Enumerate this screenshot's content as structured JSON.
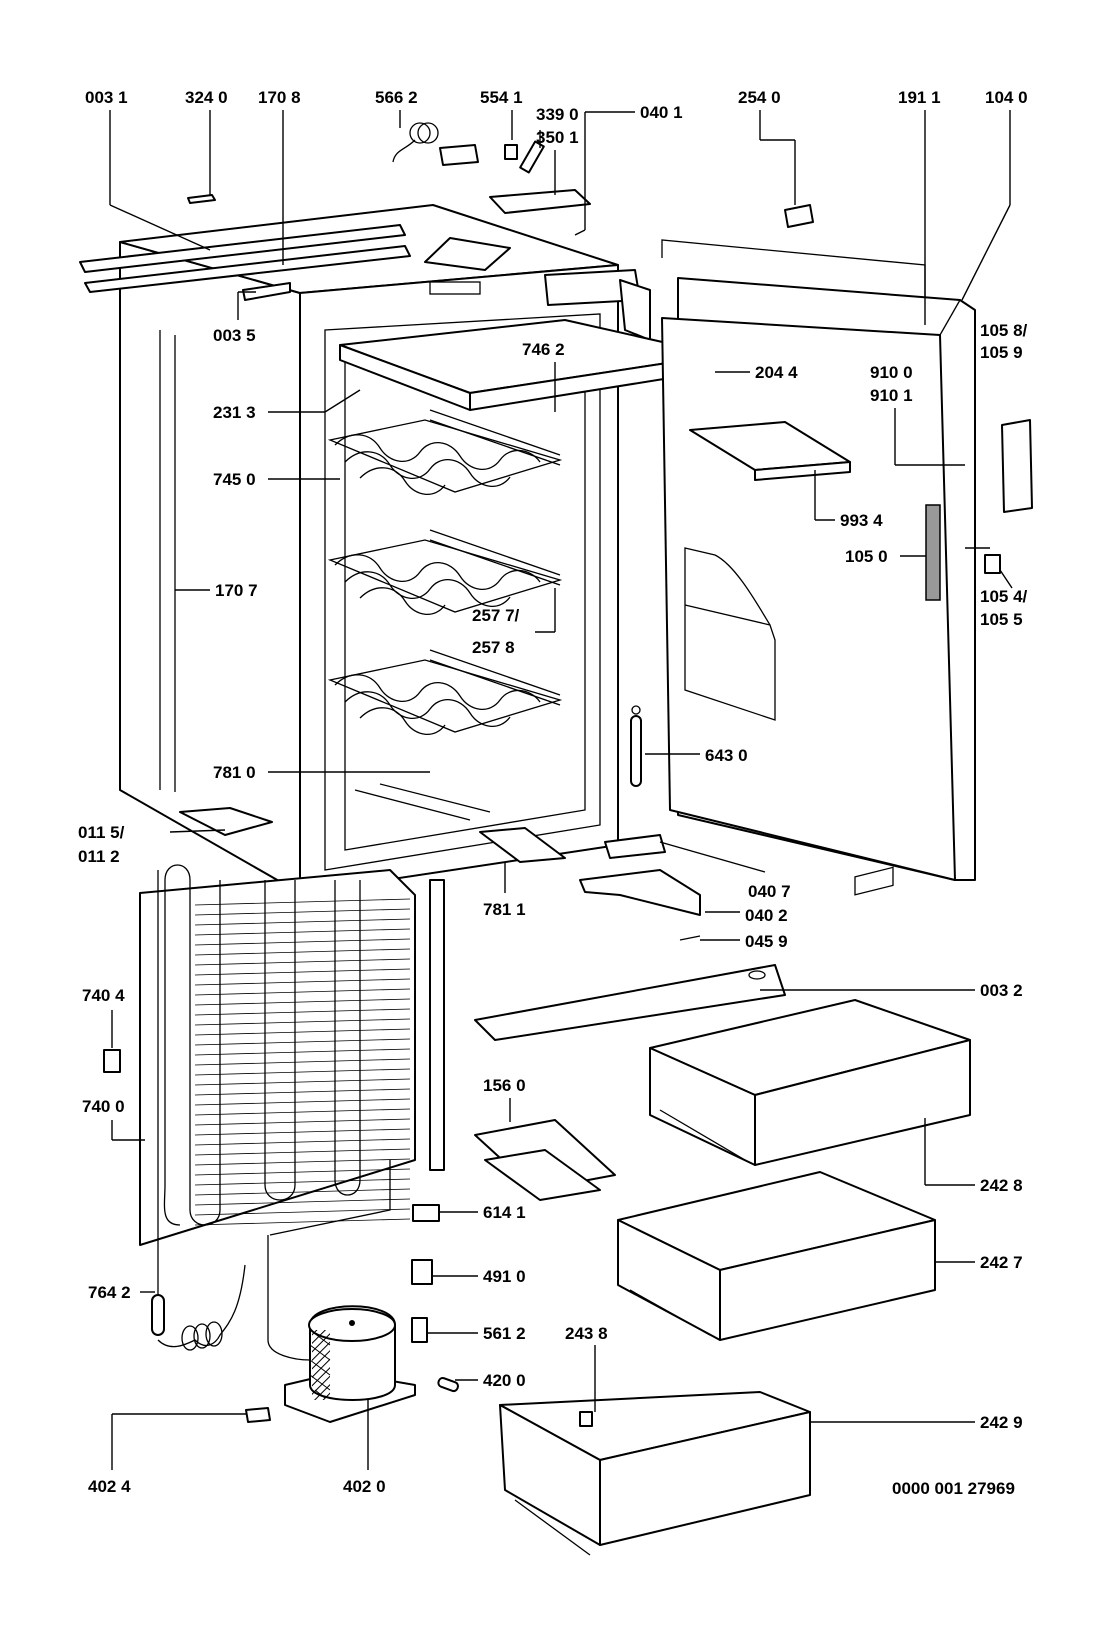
{
  "diagram": {
    "drawing_number": "0000 001 27969",
    "labels": {
      "l0031": "003 1",
      "l3240": "324 0",
      "l1708": "170 8",
      "l5662": "566 2",
      "l5541": "554 1",
      "l3390": "339 0",
      "l3501": "350 1",
      "l0401": "040 1",
      "l2540": "254 0",
      "l1911": "191 1",
      "l1040": "104 0",
      "l0035": "003 5",
      "l7462": "746 2",
      "l2044": "204 4",
      "l1058": "105 8/",
      "l1059": "105 9",
      "l9100": "910 0",
      "l9101": "910 1",
      "l2313": "231 3",
      "l7450": "745 0",
      "l9934": "993 4",
      "l1050": "105 0",
      "l1707": "170 7",
      "l1054": "105 4/",
      "l1055": "105 5",
      "l2577": "257 7/",
      "l2578": "257 8",
      "l6430": "643 0",
      "l7810": "781 0",
      "l0115": "011 5/",
      "l0112": "011 2",
      "l0407": "040 7",
      "l7811": "781 1",
      "l0402": "040 2",
      "l0459": "045 9",
      "l7404": "740 4",
      "l0032": "003 2",
      "l7400": "740 0",
      "l1560": "156 0",
      "l2428": "242 8",
      "l6141": "614 1",
      "l2427": "242 7",
      "l4910": "491 0",
      "l7642": "764 2",
      "l5612": "561 2",
      "l2438": "243 8",
      "l4200": "420 0",
      "l2429": "242 9",
      "l4024": "402 4",
      "l4020": "402 0"
    }
  }
}
